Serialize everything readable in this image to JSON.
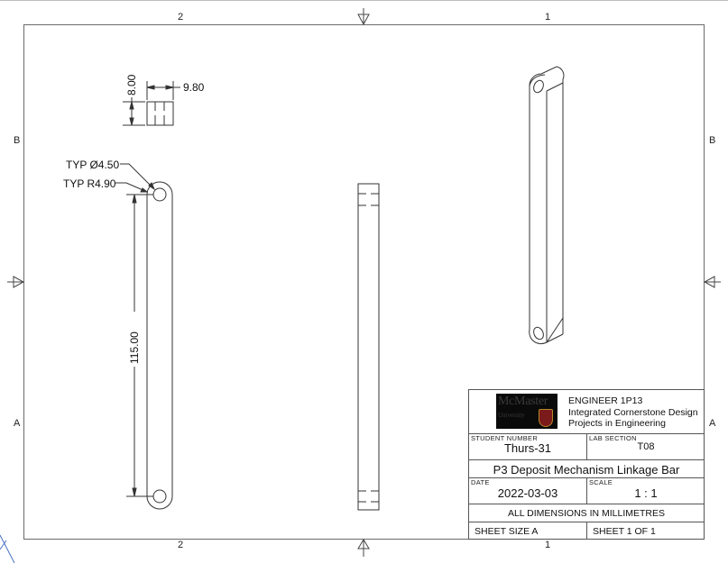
{
  "sheet": {
    "zones_top": [
      "2",
      "1"
    ],
    "zones_bottom": [
      "2",
      "1"
    ],
    "zones_left": [
      "B",
      "A"
    ],
    "zones_right": [
      "B",
      "A"
    ],
    "line_color": "#6a6a6a",
    "drawing_color": "#333333"
  },
  "views": {
    "top_view": {
      "dim_height": "8.00",
      "dim_width": "9.80"
    },
    "front_view": {
      "hole_callout": "TYP Ø4.50",
      "radius_callout": "TYP R4.90",
      "dim_length": "115.00"
    },
    "side_view": {},
    "isometric_view": {}
  },
  "title_block": {
    "logo": {
      "name": "McMaster",
      "sub": "University"
    },
    "course_lines": [
      "ENGINEER 1P13",
      "Integrated Cornerstone Design",
      "Projects in Engineering"
    ],
    "student_number_label": "STUDENT NUMBER",
    "student_number": "Thurs-31",
    "lab_section_label": "LAB SECTION",
    "lab_section": "T08",
    "title": "P3 Deposit Mechanism Linkage Bar",
    "date_label": "DATE",
    "date": "2022-03-03",
    "scale_label": "SCALE",
    "scale": "1 : 1",
    "units_note": "ALL DIMENSIONS IN MILLIMETRES",
    "sheet_size": "SHEET SIZE A",
    "sheet_count": "SHEET 1 OF 1"
  }
}
